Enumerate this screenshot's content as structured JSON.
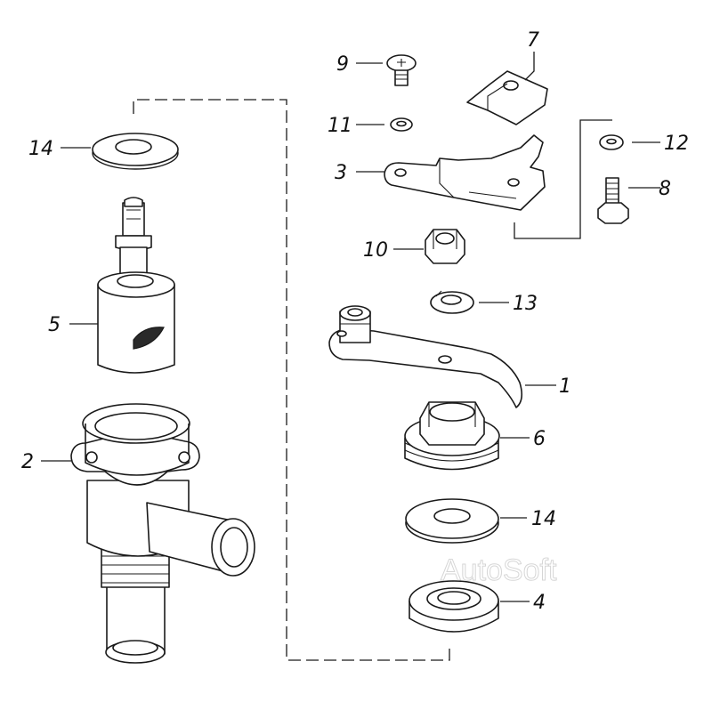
{
  "callouts": {
    "c1": "1",
    "c2": "2",
    "c3": "3",
    "c4": "4",
    "c5": "5",
    "c6": "6",
    "c7": "7",
    "c8": "8",
    "c9": "9",
    "c10": "10",
    "c11": "11",
    "c12": "12",
    "c13": "13",
    "c14a": "14",
    "c14b": "14"
  },
  "watermark": "AutoSoft",
  "colors": {
    "line": "#1a1a1a",
    "background": "#ffffff",
    "watermark": "#d6d6d6"
  }
}
